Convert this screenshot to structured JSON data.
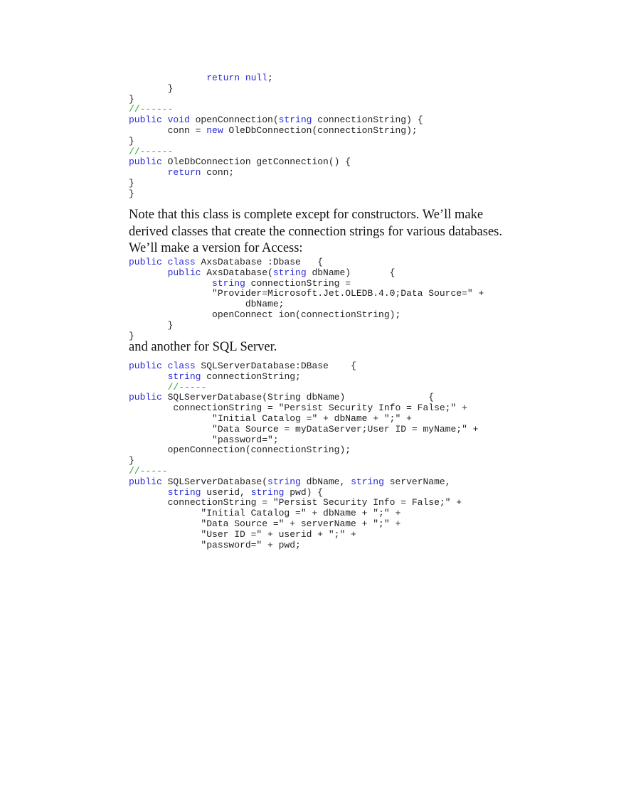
{
  "code_block_1": {
    "lines": [
      [
        {
          "t": "              "
        },
        {
          "t": "return null",
          "k": "kw"
        },
        {
          "t": ";"
        }
      ],
      [
        {
          "t": "       }"
        }
      ],
      [
        {
          "t": "}"
        }
      ],
      [
        {
          "t": "//------",
          "k": "cm"
        }
      ],
      [
        {
          "t": "public void",
          "k": "kw"
        },
        {
          "t": " openConnection("
        },
        {
          "t": "string",
          "k": "kw"
        },
        {
          "t": " connectionString) {"
        }
      ],
      [
        {
          "t": "       conn = "
        },
        {
          "t": "new",
          "k": "kw"
        },
        {
          "t": " OleDbConnection(connectionString);"
        }
      ],
      [
        {
          "t": "}"
        }
      ],
      [
        {
          "t": "//------",
          "k": "cm"
        }
      ],
      [
        {
          "t": "public",
          "k": "kw"
        },
        {
          "t": " OleDbConnection getConnection() {"
        }
      ],
      [
        {
          "t": "       "
        },
        {
          "t": "return",
          "k": "kw"
        },
        {
          "t": " conn;"
        }
      ],
      [
        {
          "t": "}"
        }
      ],
      [
        {
          "t": "}"
        }
      ]
    ]
  },
  "paragraph_1": {
    "lines": [
      "Note that this class is complete except for constructors. We’ll make",
      "derived classes that create the connection strings for various databases.",
      "We’ll make a version for Access:"
    ]
  },
  "code_block_2": {
    "lines": [
      [
        {
          "t": "public class",
          "k": "kw"
        },
        {
          "t": " AxsDatabase :Dbase   {"
        }
      ],
      [
        {
          "t": "       "
        },
        {
          "t": "public",
          "k": "kw"
        },
        {
          "t": " AxsDatabase("
        },
        {
          "t": "string",
          "k": "kw"
        },
        {
          "t": " dbName)       {"
        }
      ],
      [
        {
          "t": "               "
        },
        {
          "t": "string",
          "k": "kw"
        },
        {
          "t": " connectionString ="
        }
      ],
      [
        {
          "t": "               \"Provider=Microsoft.Jet.OLEDB.4.0;Data Source=\" +"
        }
      ],
      [
        {
          "t": "                     dbName;"
        }
      ],
      [
        {
          "t": "               openConnect ion(connectionString);"
        }
      ],
      [
        {
          "t": "       }"
        }
      ],
      [
        {
          "t": "}"
        }
      ]
    ]
  },
  "paragraph_2": {
    "lines": [
      "and another for SQL Server."
    ]
  },
  "code_block_3": {
    "lines": [
      [
        {
          "t": "public class",
          "k": "kw"
        },
        {
          "t": " SQLServerDatabase:DBase    {"
        }
      ],
      [
        {
          "t": "       "
        },
        {
          "t": "string",
          "k": "kw"
        },
        {
          "t": " connectionString;"
        }
      ],
      [
        {
          "t": "       "
        },
        {
          "t": "//-----",
          "k": "cm"
        }
      ],
      [
        {
          "t": "public",
          "k": "kw"
        },
        {
          "t": " SQLServerDatabase(String dbName)               {"
        }
      ],
      [
        {
          "t": "        connectionString = \"Persist Security Info = False;\" +"
        }
      ],
      [
        {
          "t": "               \"Initial Catalog =\" + dbName + \";\" +"
        }
      ],
      [
        {
          "t": "               \"Data Source = myDataServer;User ID = myName;\" +"
        }
      ],
      [
        {
          "t": "               \"password=\";"
        }
      ],
      [
        {
          "t": "       openConnection(connectionString);"
        }
      ],
      [
        {
          "t": "}"
        }
      ],
      [
        {
          "t": "//-----",
          "k": "cm"
        }
      ],
      [
        {
          "t": "public",
          "k": "kw"
        },
        {
          "t": " SQLServerDatabase("
        },
        {
          "t": "string",
          "k": "kw"
        },
        {
          "t": " dbName, "
        },
        {
          "t": "string",
          "k": "kw"
        },
        {
          "t": " serverName,"
        }
      ],
      [
        {
          "t": "       "
        },
        {
          "t": "string",
          "k": "kw"
        },
        {
          "t": " userid, "
        },
        {
          "t": "string",
          "k": "kw"
        },
        {
          "t": " pwd) {"
        }
      ],
      [
        {
          "t": "       connectionString = \"Persist Security Info = False;\" +"
        }
      ],
      [
        {
          "t": "             \"Initial Catalog =\" + dbName + \";\" +"
        }
      ],
      [
        {
          "t": "             \"Data Source =\" + serverName + \";\" +"
        }
      ],
      [
        {
          "t": "             \"User ID =\" + userid + \";\" +"
        }
      ],
      [
        {
          "t": "             \"password=\" + pwd;"
        }
      ]
    ]
  },
  "colors": {
    "keyword": "#2b2bd6",
    "comment": "#2ea02e",
    "text": "#222222"
  }
}
